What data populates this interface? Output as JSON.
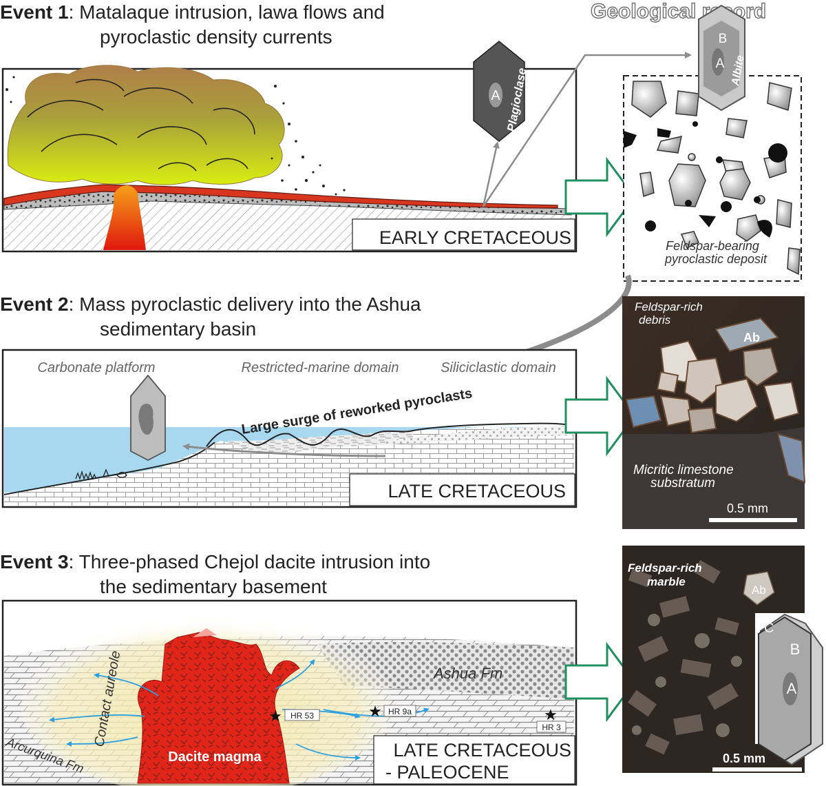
{
  "event1": {
    "label": "Event 1",
    "title_line1": ": Matalaque intrusion, lawa flows and",
    "title_line2": "pyroclastic density currents",
    "period": "EARLY CRETACEOUS",
    "crystal_label": "Plagioclase",
    "crystal_core": "A"
  },
  "event2": {
    "label": "Event 2",
    "title_line1": ": Mass pyroclastic delivery into the Ashua",
    "title_line2": "sedimentary basin",
    "period": "LATE CRETACEOUS",
    "domains": [
      "Carbonate platform",
      "Restricted-marine domain",
      "Siliciclastic domain"
    ],
    "surge_label": "Large surge of reworked pyroclasts"
  },
  "event3": {
    "label": "Event 3",
    "title_line1": ": Three-phased Chejol dacite intrusion into",
    "title_line2": "the sedimentary basement",
    "period_line1": "LATE CRETACEOUS",
    "period_line2": "- PALEOCENE",
    "magma_label": "Dacite magma",
    "aureole_label": "Contact aureole",
    "ashua_label": "Ashua Fm",
    "arcurquina_label": "Arcurquina Fm",
    "samples": [
      "HR 53",
      "HR 9a",
      "HR 3"
    ]
  },
  "record": {
    "title": "Geological record",
    "crystal_label": "Albite",
    "crystal_rim": "B",
    "crystal_core": "A",
    "deposit_line1": "Feldspar-bearing",
    "deposit_line2": "pyroclastic deposit",
    "photo1_top_line1": "Feldspar-rich",
    "photo1_top_line2": "debris",
    "photo1_ab": "Ab",
    "photo1_bottom_line1": "Micritic limestone",
    "photo1_bottom_line2": "substratum",
    "photo1_scale": "0.5 mm",
    "photo2_top_line1": "Feldspar-rich",
    "photo2_top_line2": "marble",
    "photo2_ab": "Ab",
    "photo2_crystal_c": "C",
    "photo2_crystal_b": "B",
    "photo2_crystal_a": "A",
    "photo2_scale": "0.5 mm"
  },
  "colors": {
    "arrow_green": "#1f8f5f",
    "water_blue": "#a8d8f0",
    "magma_red": "#e02418",
    "aureole_yellow": "#f6edb4",
    "crystal_dark": "#555555",
    "crystal_light": "#bdbdbd",
    "fluid_blue": "#2aa0e0"
  }
}
